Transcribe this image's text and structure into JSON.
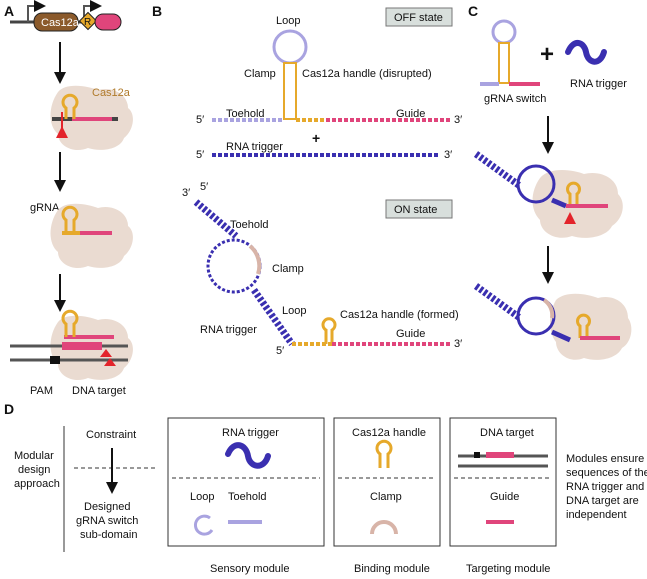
{
  "panels": {
    "a": "A",
    "b": "B",
    "c": "C",
    "d": "D"
  },
  "panel_a": {
    "gene_label": "Cas12a",
    "promoter_r": "R",
    "protein_label": "Cas12a",
    "grna_label": "gRNA",
    "pam_label": "PAM",
    "dna_target_label": "DNA target"
  },
  "panel_b": {
    "off_state": "OFF state",
    "on_state": "ON state",
    "loop": "Loop",
    "clamp": "Clamp",
    "handle_disrupted": "Cas12a handle (disrupted)",
    "toehold": "Toehold",
    "guide": "Guide",
    "five_prime": "5′",
    "three_prime": "3′",
    "rna_trigger": "RNA trigger",
    "plus": "+",
    "on_toehold": "Toehold",
    "on_clamp": "Clamp",
    "on_loop": "Loop",
    "on_rna_trigger": "RNA trigger",
    "handle_formed": "Cas12a handle (formed)",
    "on_guide": "Guide"
  },
  "panel_c": {
    "grna_switch": "gRNA switch",
    "rna_trigger": "RNA trigger",
    "plus": "+"
  },
  "panel_d": {
    "side_label": [
      "Modular",
      "design",
      "approach"
    ],
    "constraint": "Constraint",
    "designed": [
      "Designed",
      "gRNA switch",
      "sub-domain"
    ],
    "sensory": {
      "top": "RNA trigger",
      "loop": "Loop",
      "toehold": "Toehold",
      "caption": "Sensory module"
    },
    "binding": {
      "top": "Cas12a handle",
      "bottom": "Clamp",
      "caption": "Binding module"
    },
    "targeting": {
      "top": "DNA target",
      "bottom": "Guide",
      "caption": "Targeting module"
    },
    "note": [
      "Modules ensure",
      "sequences of the",
      "RNA trigger and",
      "DNA target are",
      "independent"
    ]
  },
  "colors": {
    "blob": "#eadbd1",
    "cas_brown": "#8b5a2b",
    "pink": "#e0457b",
    "blue": "#3a2fb0",
    "lavender": "#a9a3e0",
    "gold": "#e6a92b",
    "red": "#e3242b",
    "label_box": "#d8dfdc"
  }
}
